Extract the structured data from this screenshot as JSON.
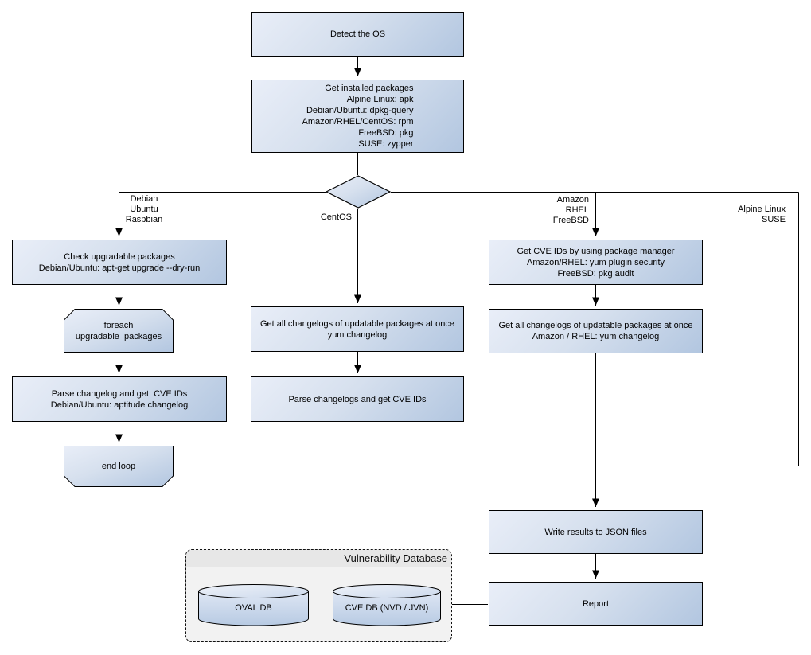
{
  "diagram": {
    "nodes": {
      "detect_os": "Detect the OS",
      "get_installed_packages": [
        "Get installed packages",
        "Alpine Linux: apk",
        "Debian/Ubuntu: dpkg-query",
        "Amazon/RHEL/CentOS: rpm",
        "FreeBSD: pkg",
        "SUSE: zypper"
      ],
      "check_upgradable": [
        "Check upgradable packages",
        "Debian/Ubuntu: apt-get upgrade --dry-run"
      ],
      "foreach_loop": [
        "foreach",
        "upgradable  packages"
      ],
      "parse_changelog_debian": [
        "Parse changelog and get  CVE IDs",
        "Debian/Ubuntu: aptitude changelog"
      ],
      "end_loop": "end loop",
      "get_changelogs_centos": [
        "Get all changelogs of updatable packages at once",
        "yum changelog"
      ],
      "parse_changelogs_centos": "Parse changelogs and get CVE IDs",
      "get_cve_ids_pkg_manager": [
        "Get CVE IDs by using package manager",
        "Amazon/RHEL: yum plugin security",
        "FreeBSD: pkg audit"
      ],
      "get_changelogs_amazon": [
        "Get all changelogs of updatable packages at once",
        "Amazon / RHEL: yum changelog"
      ],
      "write_results": "Write results to JSON files",
      "report": "Report"
    },
    "edge_labels": {
      "debian_branch": [
        "Debian",
        "Ubuntu",
        "Raspbian"
      ],
      "centos_branch": "CentOS",
      "amazon_branch": [
        "Amazon",
        "RHEL",
        "FreeBSD"
      ],
      "alpine_branch": [
        "Alpine Linux",
        "SUSE"
      ]
    },
    "database": {
      "title": "Vulnerability Database",
      "cylinders": [
        {
          "label": "OVAL DB"
        },
        {
          "label": "CVE DB (NVD / JVN)"
        }
      ]
    },
    "colors": {
      "node_fill_light": "#e9eef8",
      "node_fill_dark": "#b2c6e0",
      "node_border": "#000000",
      "group_fill": "#f2f2f2",
      "group_header_fill": "#e7e7e7",
      "connector": "#000000",
      "background": "#ffffff"
    }
  }
}
